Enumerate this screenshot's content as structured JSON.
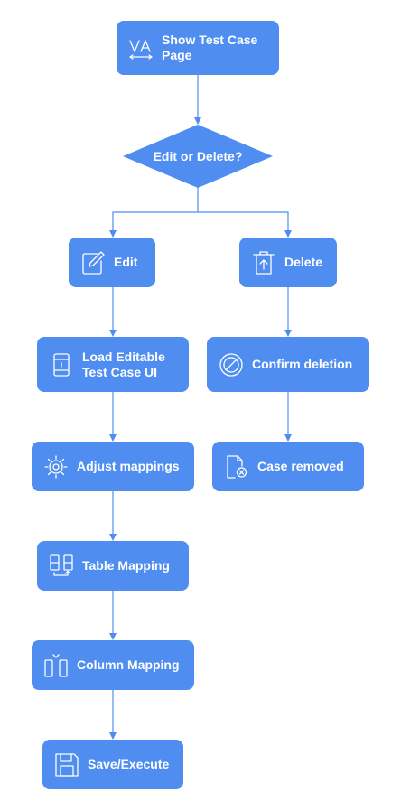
{
  "accent_color": "#4f8ef0",
  "nodes": {
    "show_test_case": {
      "label": "Show Test Case\nPage",
      "icon": "vector-text-icon"
    },
    "decision": {
      "label": "Edit or Delete?"
    },
    "edit": {
      "label": "Edit",
      "icon": "edit-icon"
    },
    "delete": {
      "label": "Delete",
      "icon": "trash-icon"
    },
    "load_ui": {
      "label": "Load Editable\nTest Case UI",
      "icon": "database-icon"
    },
    "confirm": {
      "label": "Confirm deletion",
      "icon": "prohibited-icon"
    },
    "adjust": {
      "label": "Adjust mappings",
      "icon": "gear-icon"
    },
    "removed": {
      "label": "Case removed",
      "icon": "file-remove-icon"
    },
    "table": {
      "label": "Table Mapping",
      "icon": "table-mapping-icon"
    },
    "column": {
      "label": "Column Mapping",
      "icon": "column-mapping-icon"
    },
    "save": {
      "label": "Save/Execute",
      "icon": "save-icon"
    }
  }
}
